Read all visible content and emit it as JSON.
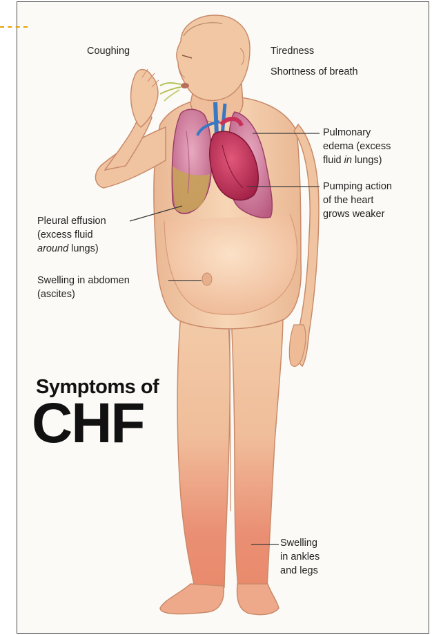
{
  "title": {
    "line1": "Symptoms of",
    "line2": "CHF"
  },
  "labels": {
    "coughing": "Coughing",
    "tiredness": "Tiredness",
    "shortness": "Shortness of breath",
    "pulmonary": [
      "Pulmonary",
      "edema (excess",
      "fluid ",
      "in",
      " lungs)"
    ],
    "pumping": [
      "Pumping action",
      "of the heart",
      "grows weaker"
    ],
    "pleural": [
      "Pleural effusion",
      "(excess fluid",
      "around",
      " lungs)"
    ],
    "abdomen": [
      "Swelling in abdomen",
      "(ascites)"
    ],
    "ankles": [
      "Swelling",
      "in ankles",
      "and legs"
    ]
  },
  "colors": {
    "skin": "#f3c9a4",
    "skin_shadow": "#e2a07e",
    "lung": "#c97396",
    "heart": "#c8315a",
    "effusion": "#c7a25a",
    "leg_redness": "#e9806a",
    "frame": "#4a4a4a",
    "dashed_line": "#e2a100"
  }
}
